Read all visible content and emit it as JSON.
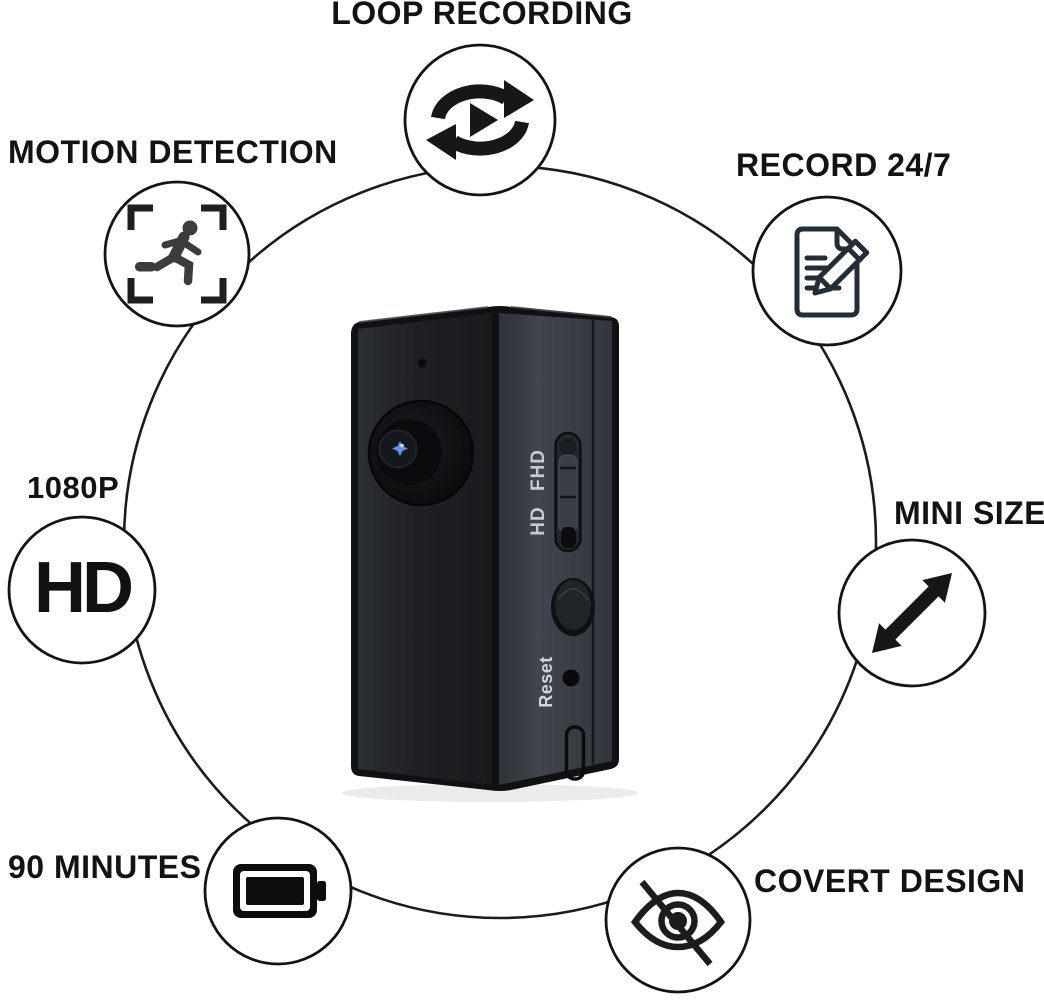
{
  "diagram": {
    "features": [
      {
        "label": "LOOP RECORDING",
        "icon": "loop-recording-icon"
      },
      {
        "label": "MOTION DETECTION",
        "icon": "motion-detection-icon"
      },
      {
        "label": "RECORD 24/7",
        "icon": "record-24-7-icon"
      },
      {
        "label": "1080P",
        "icon": "hd-badge-icon",
        "badge_text": "HD"
      },
      {
        "label": "MINI SIZE",
        "icon": "mini-size-arrow-icon"
      },
      {
        "label": "90 MINUTES",
        "icon": "battery-full-icon"
      },
      {
        "label": "COVERT DESIGN",
        "icon": "eye-slash-icon"
      }
    ]
  },
  "camera": {
    "switch_top_label": "FHD",
    "switch_bottom_label": "HD",
    "reset_label": "Reset"
  },
  "colors": {
    "background": "#ffffff",
    "outline": "#1b1b1b",
    "label_text": "#131313",
    "camera_body_front": "#1e2023",
    "camera_body_side": "#3a3e44",
    "camera_label_text": "#ccd0d5",
    "lens_glint_blue": "#5e93e6"
  }
}
